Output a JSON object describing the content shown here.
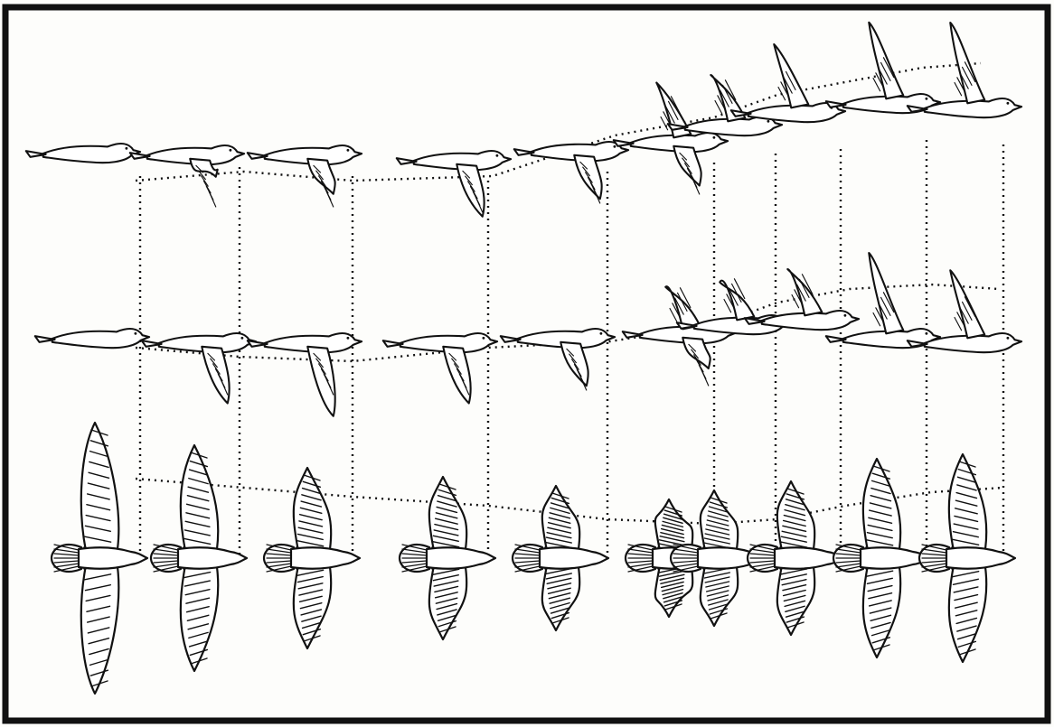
{
  "illustration": {
    "subject": "bird-flight-sequence",
    "ink_color": "#111111",
    "paper_color": "#fdfdfb",
    "rows": [
      {
        "view": "side-view",
        "frames": 10
      },
      {
        "view": "side-view",
        "frames": 10
      },
      {
        "view": "top-view",
        "frames": 10
      }
    ]
  }
}
